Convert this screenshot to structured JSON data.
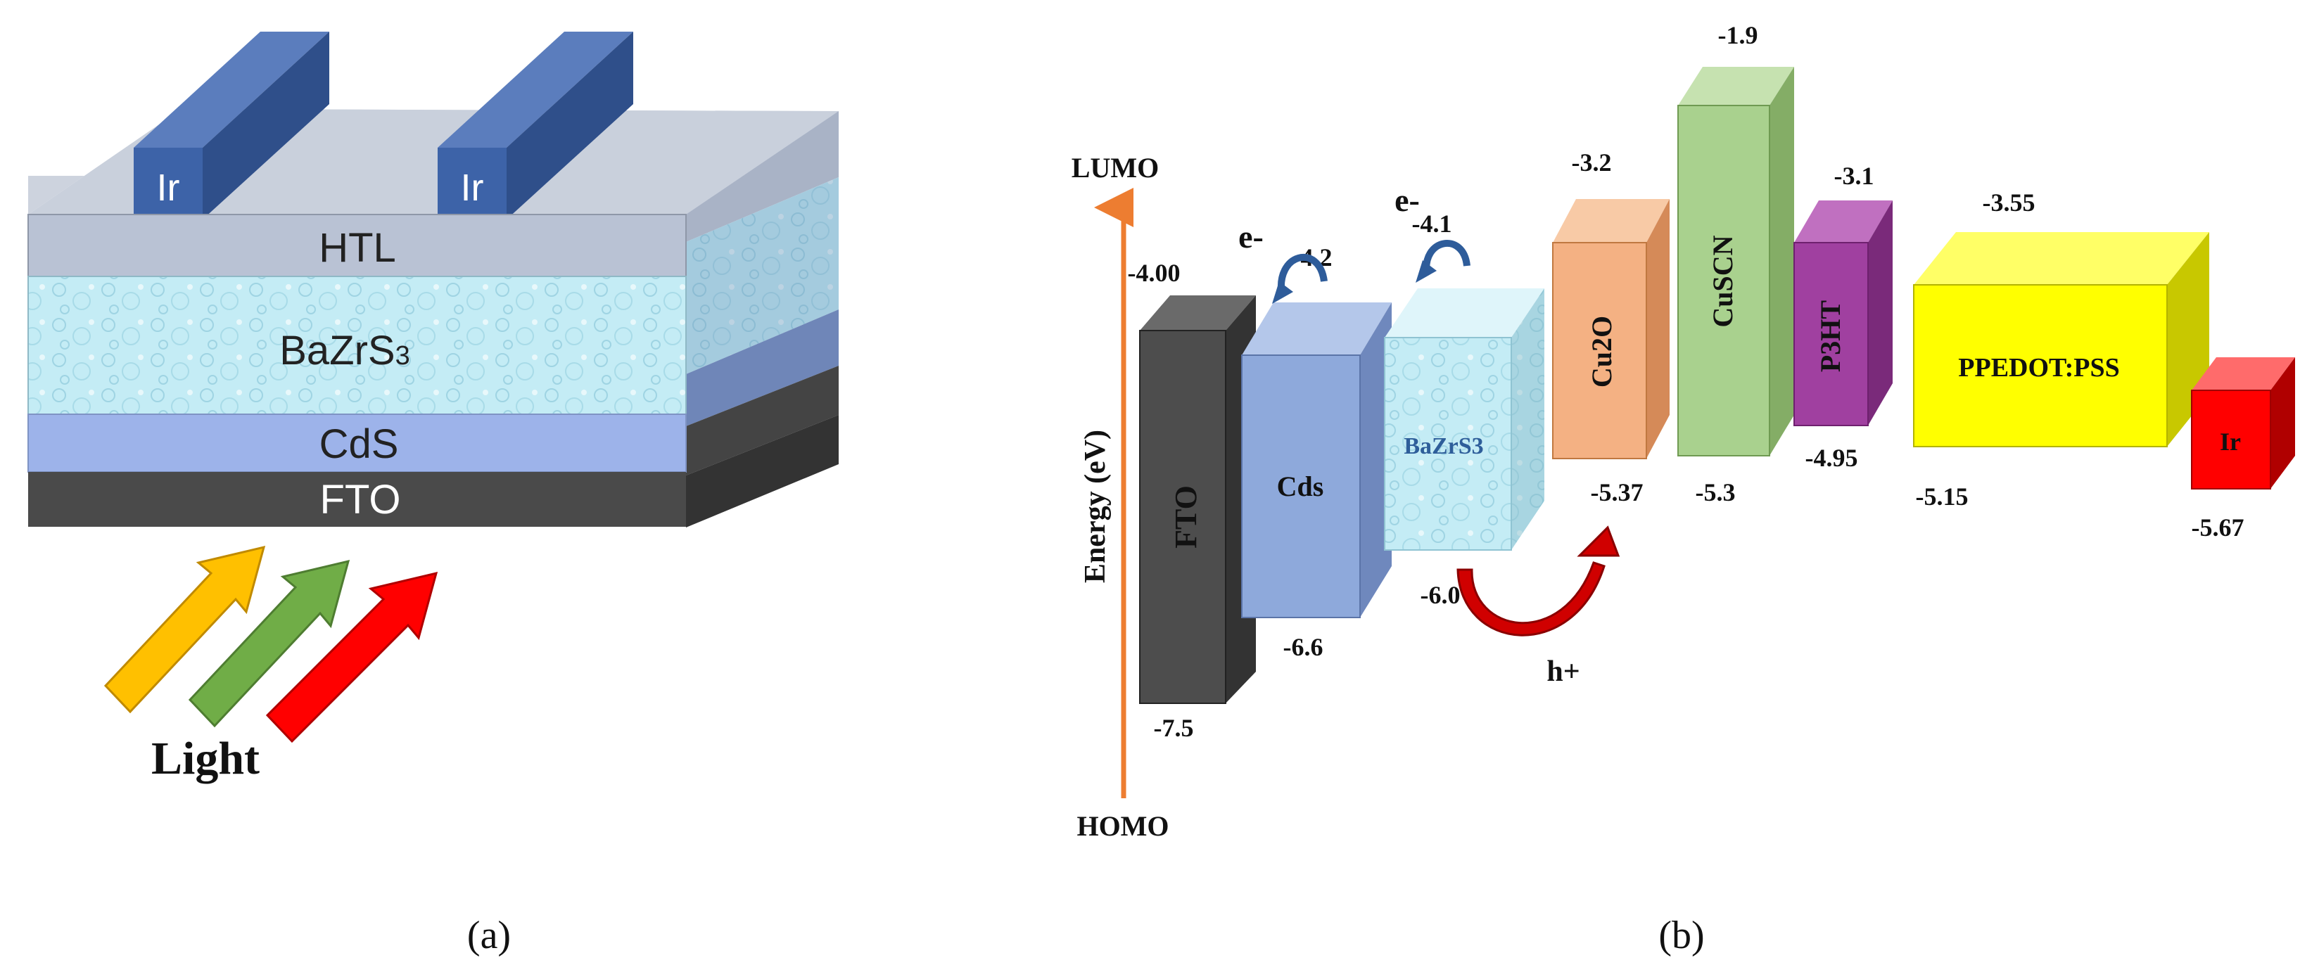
{
  "panel_a": {
    "caption": "(a)",
    "electrode_left": "Ir",
    "electrode_right": "Ir",
    "layers": [
      "HTL",
      "BaZrS",
      "CdS",
      "FTO"
    ],
    "absorber_subscript": "3",
    "light_label": "Light",
    "colors": {
      "electrode": "#3b5f9e",
      "htl": "#b9c2d4",
      "absorber": "#bde9f2",
      "cds": "#9db3ea",
      "fto": "#4a4a4a",
      "arrow_yellow": "#ffc000",
      "arrow_green": "#70ad47",
      "arrow_red": "#ff0000"
    }
  },
  "panel_b": {
    "caption": "(b)",
    "lumo_label": "LUMO",
    "homo_label": "HOMO",
    "axis_label": "Energy (eV)",
    "electron_label_1": "e-",
    "electron_label_2": "e-",
    "hole_label": "h+",
    "blocks": [
      {
        "name": "FTO",
        "lumo": "-4.00",
        "homo": "-7.5",
        "color": "#4d4d4d"
      },
      {
        "name": "Cds",
        "lumo": "-4.2",
        "homo": "-6.6",
        "color": "#8ea9db"
      },
      {
        "name": "BaZrS3",
        "lumo": "-4.1",
        "homo": "-6.0",
        "color": "#c6ecf5"
      },
      {
        "name": "Cu2O",
        "lumo": "-3.2",
        "homo": "-5.37",
        "color": "#f4b183"
      },
      {
        "name": "CuSCN",
        "lumo": "-1.9",
        "homo": "-5.3",
        "color": "#a9d18e"
      },
      {
        "name": "P3HT",
        "lumo": "-3.1",
        "homo": "-4.95",
        "color": "#a040a0"
      },
      {
        "name": "PPEDOT:PSS",
        "lumo": "-3.55",
        "homo": "-5.15",
        "color": "#ffff00"
      },
      {
        "name": "Ir",
        "lumo": "",
        "homo": "-5.67",
        "color": "#ff0000"
      }
    ]
  }
}
